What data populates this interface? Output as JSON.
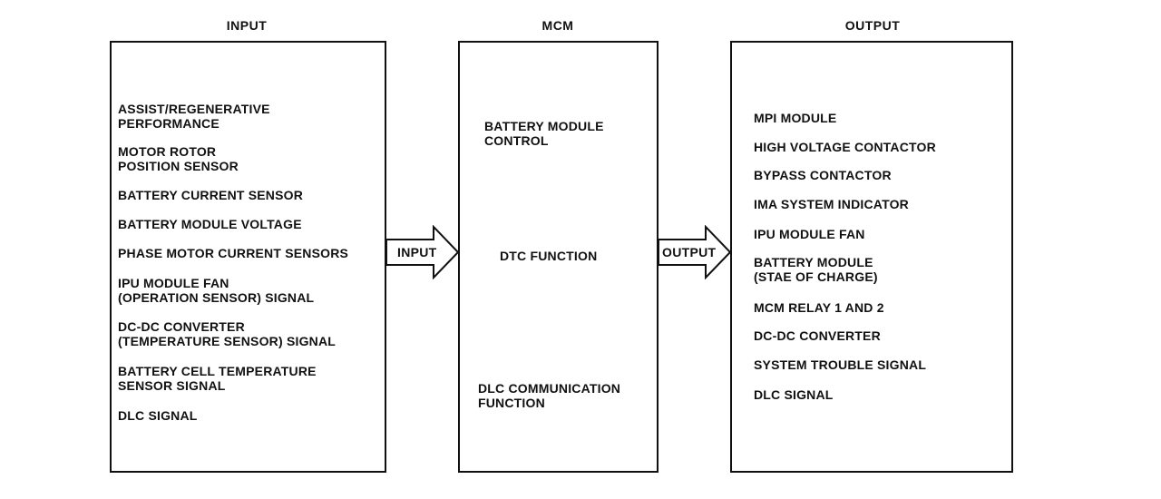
{
  "headings": {
    "input": "INPUT",
    "mcm": "MCM",
    "output": "OUTPUT"
  },
  "input_items": [
    "ASSIST/REGENERATIVE\nPERFORMANCE",
    "MOTOR ROTOR\nPOSITION SENSOR",
    "BATTERY CURRENT SENSOR",
    "BATTERY MODULE VOLTAGE",
    "PHASE MOTOR CURRENT SENSORS",
    "IPU MODULE FAN\n(OPERATION SENSOR) SIGNAL",
    "DC-DC CONVERTER\n(TEMPERATURE SENSOR) SIGNAL",
    "BATTERY CELL TEMPERATURE\nSENSOR SIGNAL",
    "DLC SIGNAL"
  ],
  "mcm_items": [
    "BATTERY MODULE\nCONTROL",
    "DTC FUNCTION",
    "DLC COMMUNICATION\nFUNCTION"
  ],
  "output_items": [
    "MPI MODULE",
    "HIGH VOLTAGE CONTACTOR",
    "BYPASS CONTACTOR",
    "IMA SYSTEM INDICATOR",
    "IPU MODULE FAN",
    "BATTERY MODULE\n(STAE OF CHARGE)",
    "MCM RELAY 1 AND 2",
    "DC-DC CONVERTER",
    "SYSTEM TROUBLE SIGNAL",
    "DLC SIGNAL"
  ],
  "arrows": {
    "input_label": "INPUT",
    "output_label": "OUTPUT"
  }
}
